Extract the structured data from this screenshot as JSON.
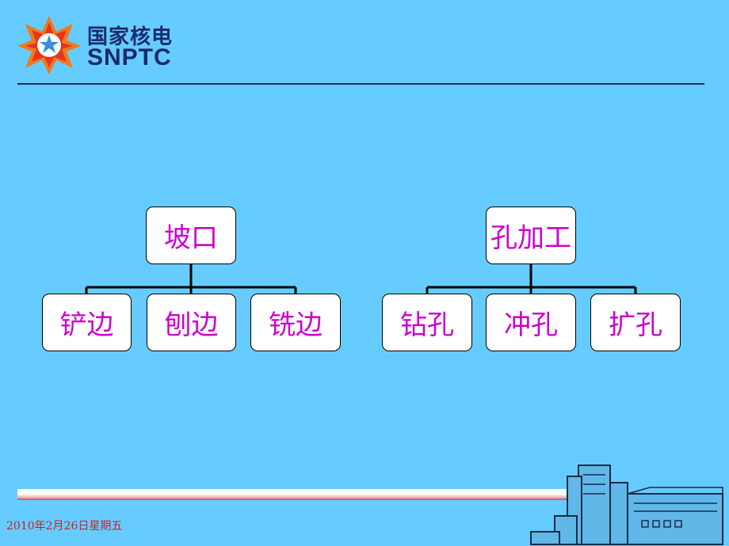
{
  "header": {
    "logo_name": "snptc-logo-icon",
    "brand_cn": "国家核电",
    "brand_en": "SNPTC"
  },
  "diagram": {
    "groups": [
      {
        "root": "坡口",
        "children": [
          "铲边",
          "刨边",
          "铣边"
        ]
      },
      {
        "root": "孔加工",
        "children": [
          "钻孔",
          "冲孔",
          "扩孔"
        ]
      }
    ]
  },
  "footer": {
    "date": "2010年2月26日星期五",
    "illustration": "factory-outline-icon"
  },
  "colors": {
    "background": "#66ccff",
    "node_text": "#cc00cc",
    "brand": "#1a2a6c",
    "date_text": "#cc2222"
  }
}
